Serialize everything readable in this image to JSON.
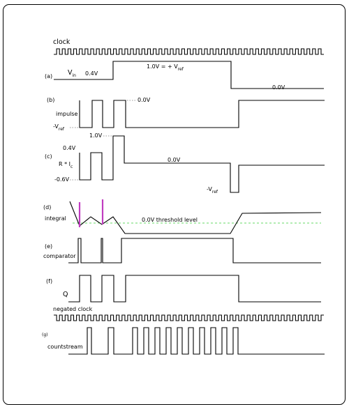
{
  "labels": {
    "clock": "clock",
    "negated_clock": "negated clock",
    "a": "(a)",
    "vin_main": "V",
    "vin_sub": "in",
    "vin_val": "0.4V",
    "a_high_main": "1.0V  = + V",
    "a_high_sub": "ref",
    "a_low": "0.0V",
    "b": "(b)",
    "impulse": "impulse",
    "b_top": "0.0V",
    "b_neg_main": "-V",
    "b_neg_sub": "ref",
    "c": "(c)",
    "c_top": "1.0V",
    "c_pos": "0.4V",
    "c_ri_main": "R * I",
    "c_ri_sub": "c",
    "c_neg": "-0.6V",
    "c_mid": "0.0V",
    "c_vref_main": "-V",
    "c_vref_sub": "ref",
    "d": "(d)",
    "integral": "integral",
    "threshold": "0.0V threshold level",
    "e": "(e)",
    "comparator": "comparator",
    "f": "(f)",
    "q": "Q",
    "g": "(g)",
    "countstream": "countstream"
  },
  "colors": {
    "trace": "#000000",
    "spike": "#c03cc0",
    "threshold": "#33cc33",
    "dotted": "#777777"
  }
}
